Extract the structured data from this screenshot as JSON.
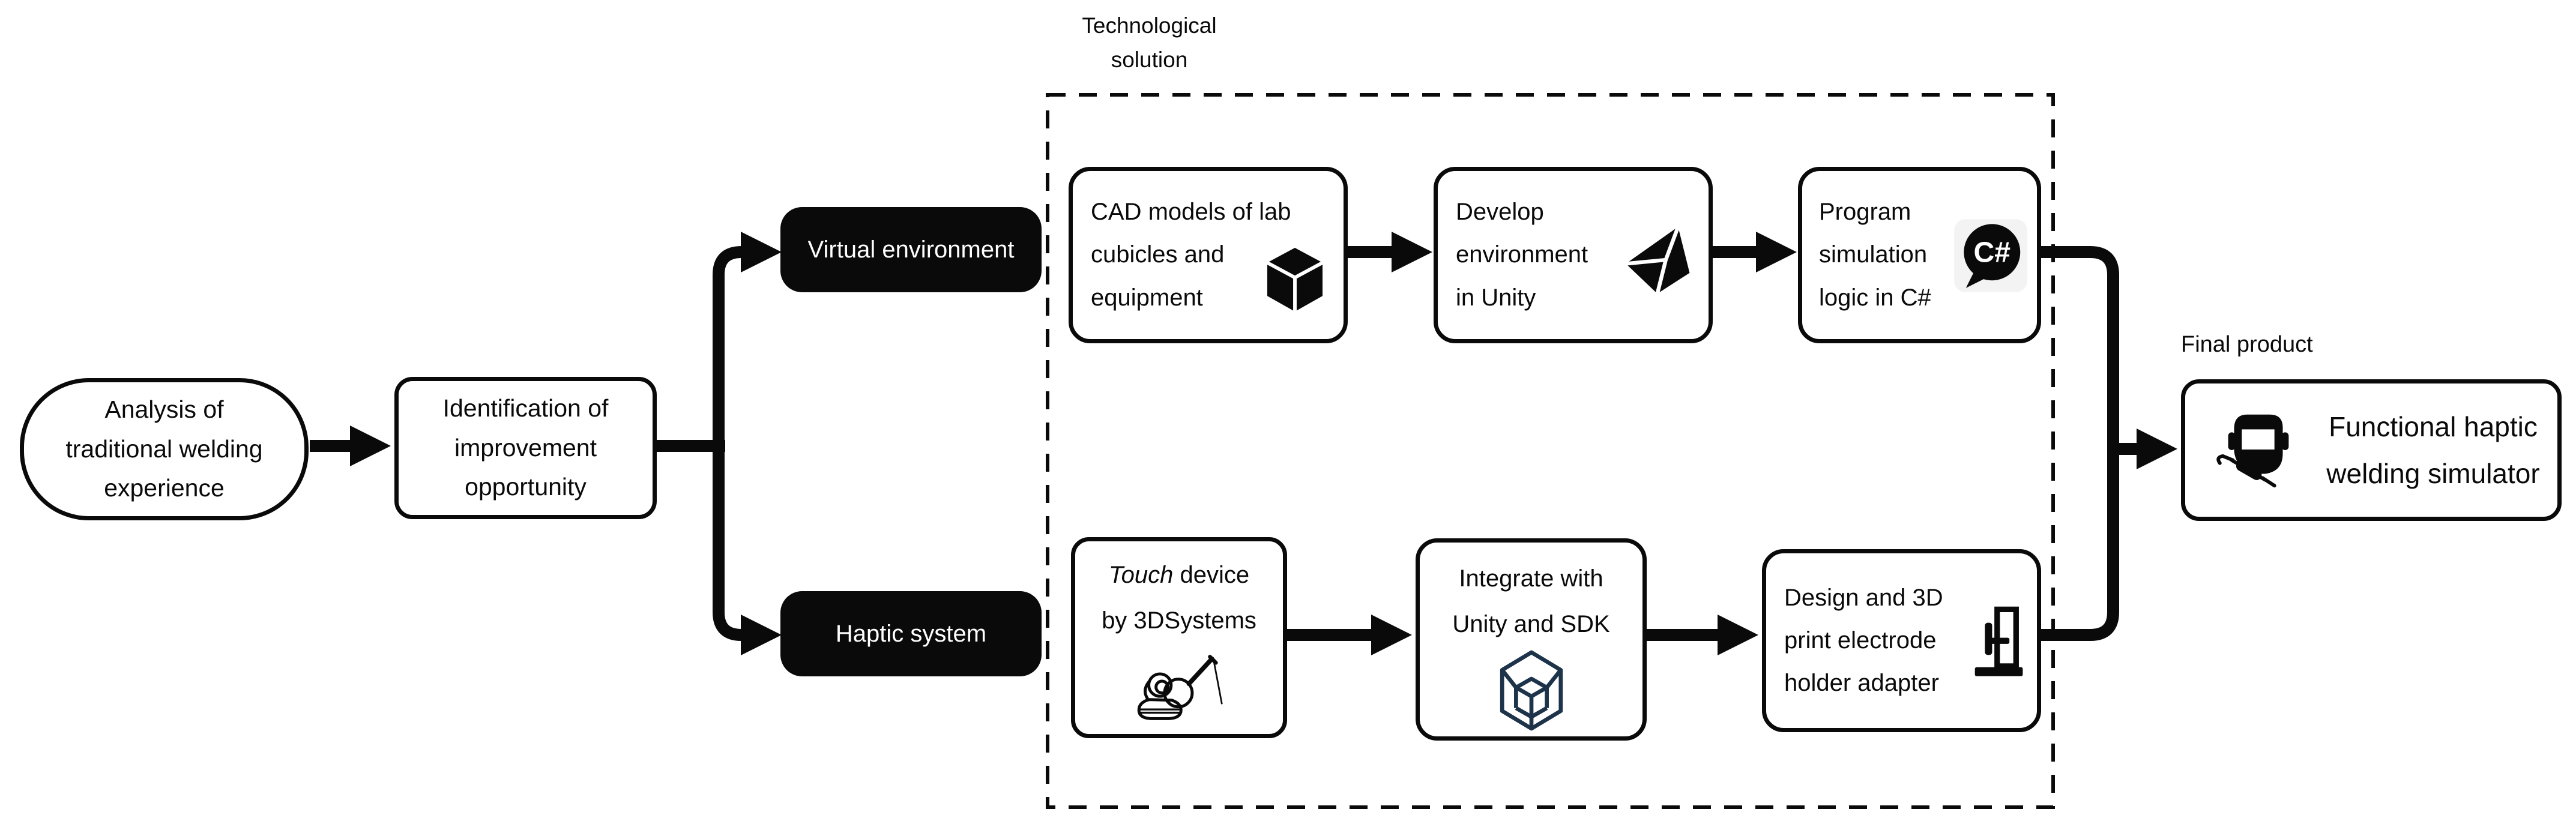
{
  "colors": {
    "ink": "#0a0a0a",
    "paper": "#ffffff",
    "sdk_icon": "#1d3349",
    "csharp_tile": "#f3f3f3"
  },
  "labels": {
    "tech_solution": "Technological\nsolution",
    "final_product": "Final product"
  },
  "nodes": {
    "analysis": "Analysis of\ntraditional welding\nexperience",
    "identification": "Identification of\nimprovement\nopportunity",
    "virtual_env": "Virtual environment",
    "haptic": "Haptic system",
    "cad": "CAD models of lab\ncubicles and\nequipment",
    "develop": "Develop\nenvironment\nin Unity",
    "program": "Program\nsimulation\nlogic in C#",
    "touch_italic": "Touch",
    "touch_rest": " device\nby 3DSystems",
    "integrate": "Integrate with\nUnity and SDK",
    "design": "Design and 3D\nprint electrode\nholder adapter",
    "final": "Functional haptic\nwelding simulator",
    "csharp_badge": "C#"
  }
}
